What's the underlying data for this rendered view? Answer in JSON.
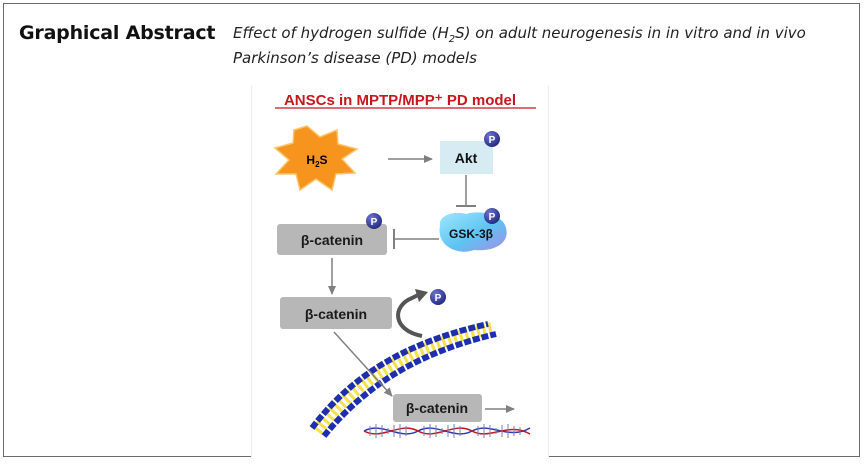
{
  "header": {
    "heading": "Graphical Abstract",
    "subtitle_part1": "Effect of hydrogen sulfide (H",
    "subtitle_sub": "2",
    "subtitle_part2": "S) on adult neurogenesis in in vitro and in vivo Parkinson’s disease (PD) models"
  },
  "diagram": {
    "title": "ANSCs in MPTP/MPP⁺ PD model",
    "h2s_main": "H",
    "h2s_sub": "2",
    "h2s_end": "S",
    "akt": "Akt",
    "gsk": "GSK-3β",
    "beta_catenin_1": "β-catenin",
    "beta_catenin_2": "β-catenin",
    "beta_catenin_3": "β-catenin",
    "phospho": "P",
    "colors": {
      "title_red": "#c8161d",
      "starburst": "#f7941d",
      "akt_box": "#d7ecf2",
      "box_gray": "#b7b7b7",
      "phospho_blue": "#2e3192",
      "dna_blue": "#1d2fb0",
      "dna_yellow": "#f5e14a"
    }
  }
}
